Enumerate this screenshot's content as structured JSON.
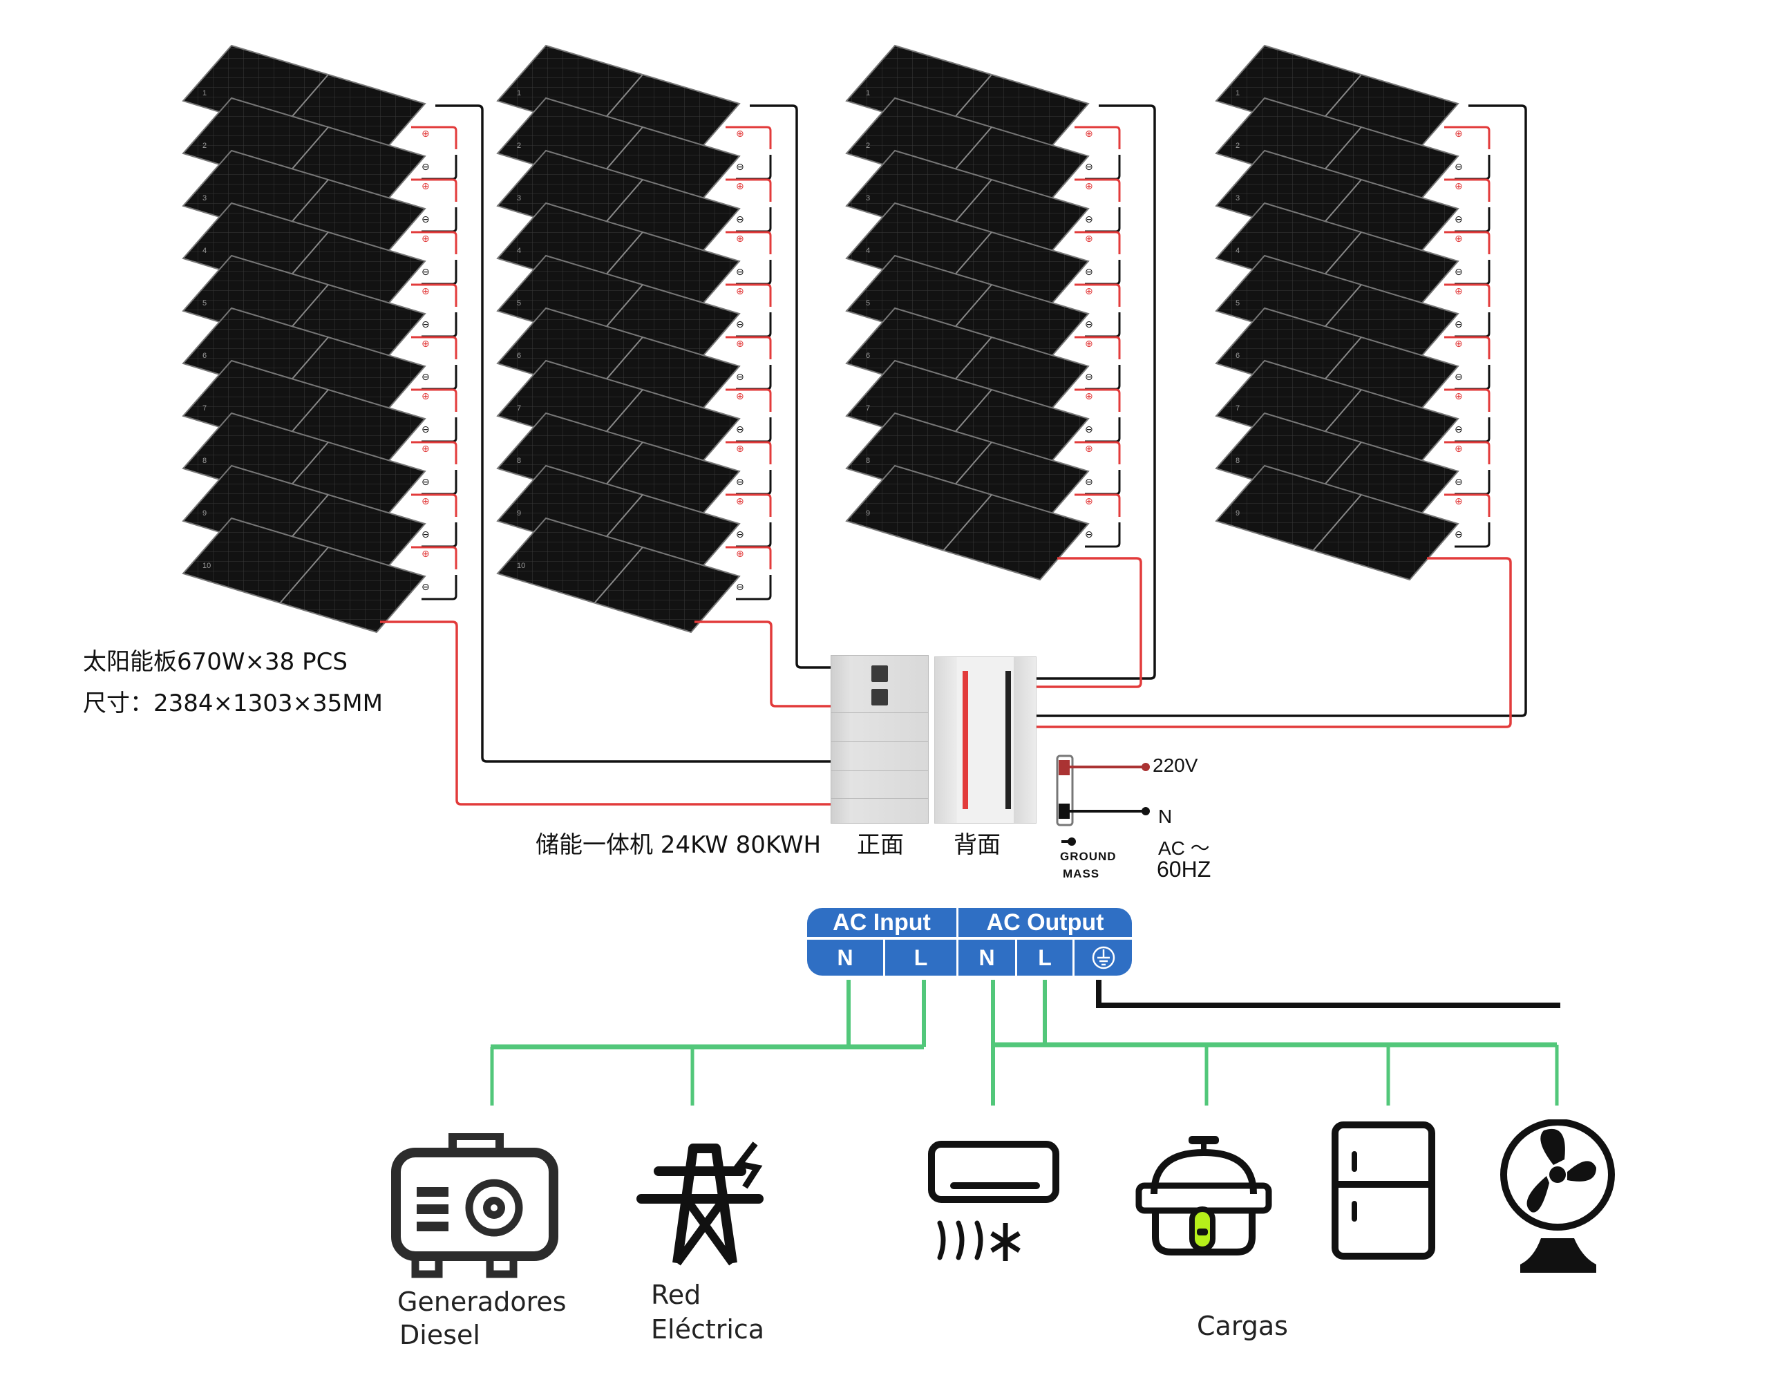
{
  "colors": {
    "positive_wire": "#e23b3b",
    "negative_wire": "#111111",
    "ac_wire": "#52c77a",
    "ac_block": "#2f6fc4",
    "panel": "#121212",
    "rice_cooker_accent": "#b6ef1a"
  },
  "solar_array": {
    "strings": [
      {
        "name": "string-1",
        "panel_count": 10
      },
      {
        "name": "string-2",
        "panel_count": 10
      },
      {
        "name": "string-3",
        "panel_count": 9
      },
      {
        "name": "string-4",
        "panel_count": 9
      }
    ],
    "positive_symbol": "⊕",
    "negative_symbol": "⊖"
  },
  "specs": {
    "panel_line": "太阳能板670W×38 PCS",
    "size_line": "尺寸：2384×1303×35MM"
  },
  "inverter": {
    "label": "储能一体机 24KW 80KWH",
    "front_label": "正面",
    "back_label": "背面"
  },
  "ac_terminal": {
    "line_label": "220V",
    "neutral_label": "N",
    "ac_label": "AC ～",
    "frequency_label": "60HZ",
    "ground_line1": "GROUND",
    "ground_line2": "MASS"
  },
  "ac_block": {
    "input_label": "AC Input",
    "output_label": "AC Output",
    "terminals": [
      "N",
      "L",
      "N",
      "L",
      "ground-icon"
    ]
  },
  "sources": [
    {
      "icon": "diesel-generator-icon",
      "label_line1": "Generadores",
      "label_line2": "Diesel"
    },
    {
      "icon": "power-tower-icon",
      "label_line1": "Red",
      "label_line2": "Eléctrica"
    }
  ],
  "loads": {
    "label": "Cargas",
    "items": [
      {
        "icon": "air-conditioner-icon"
      },
      {
        "icon": "rice-cooker-icon"
      },
      {
        "icon": "refrigerator-icon"
      },
      {
        "icon": "electric-fan-icon"
      }
    ]
  }
}
